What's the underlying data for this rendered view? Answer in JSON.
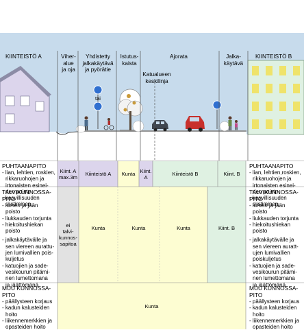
{
  "zones": {
    "kiinteisto_a": "KIINTEISTÖ A",
    "viheralue": [
      "Viher-",
      "alue",
      "ja oja"
    ],
    "yhdistetty": [
      "Yhdistetty",
      "jalkakäytävä",
      "ja pyörätie"
    ],
    "istutus": [
      "Istutus-",
      "kaista"
    ],
    "ajorata": "Ajorata",
    "keskilinja": [
      "Katualueen",
      "keskilinja"
    ],
    "jalkakaytava": [
      "Jalka-",
      "käytävä"
    ],
    "kiinteisto_b": "KIINTEISTÖ B",
    "sign_tai": "tai"
  },
  "colors": {
    "sky": "#c7dbec",
    "lavender": "#dcd5ec",
    "yellow": "#fdfdd2",
    "mint": "#dff1e2",
    "gray": "#e2e2e2"
  },
  "rows": {
    "puhtaanapito": {
      "left_title": [
        "PUHTAANAPITO"
      ],
      "left_items": [
        [
          "- lian, lehtien, roskien,",
          "rikkaruohojen ja",
          "irtonaisten esinei-",
          "den poisto"
        ],
        [
          "- kasvillisuuden",
          "siistiminen"
        ]
      ],
      "right_title": [
        "PUHTAANAPITO"
      ],
      "right_items": [
        [
          "- lian, lehtien,roskien,",
          "rikkaruohojen ja",
          "irtonaisten esinei-",
          "den poisto"
        ],
        [
          "- kasvillisuuden",
          "siistiminen"
        ]
      ],
      "cells": [
        [
          "Kiint. A",
          "max.3m"
        ],
        [
          "Kiinteistö A"
        ],
        [
          "Kunta"
        ],
        [
          "Kiint.",
          "A"
        ],
        [
          "Kiinteistö B"
        ],
        [
          "Kiint. B"
        ]
      ]
    },
    "talvi": {
      "left_title": [
        "TALVIKUNNOSSA-",
        "PITO"
      ],
      "left_items": [
        [
          "- lumen ja jään",
          "poisto"
        ],
        [
          "- liukkauden torjunta"
        ],
        [
          "- hiekoitushiekan",
          "poisto"
        ],
        [
          "- jalkakäytävälle ja",
          "sen viereen aurattu-",
          "jen lumivallien pois-",
          "kuljetus"
        ],
        [
          "- katuojien ja sade-",
          "vesikourun pitämi-",
          "nen lumettomana",
          "ja jäättömänä"
        ]
      ],
      "right_title": [
        "TALVIKUNNOSSA-",
        "PITO"
      ],
      "right_items": [
        [
          "- lumen ja jään",
          "poisto"
        ],
        [
          "- liukkauden torjunta"
        ],
        [
          "- hiekoitushiekan",
          "poisto"
        ],
        [
          "- jalkakäytävälle ja",
          "sen viereen auratt-",
          "ujen lumivallien",
          "poiskuljetus"
        ],
        [
          "- katuojien ja sade-",
          "vesikourun pitämi-",
          "nen lumettomana",
          "ja jäättömänä"
        ]
      ],
      "cells": [
        [
          "ei",
          "talvi-",
          "kunnos-",
          "sapitoa"
        ],
        [
          "Kunta"
        ],
        [
          "Kunta"
        ],
        [
          "Kunta"
        ],
        [
          "Kiint. B"
        ]
      ]
    },
    "muu": {
      "left_title": [
        "MUU KUNNOSSA-",
        "PITO"
      ],
      "left_items": [
        [
          "- päällysteen korjaus"
        ],
        [
          "- kadun kalusteiden",
          "hoito"
        ],
        [
          "- liikennemerkkien ja",
          "opasteiden hoito"
        ]
      ],
      "right_title": [
        "MUU KUNNOSSA-",
        "PITO"
      ],
      "right_items": [
        [
          "- päällysteen korjaus"
        ],
        [
          "- kadun kalusteiden",
          "hoito"
        ],
        [
          "- liikennemerkkien ja",
          "opasteiden hoito"
        ]
      ],
      "cells": [
        [
          "Kunta"
        ]
      ]
    }
  }
}
